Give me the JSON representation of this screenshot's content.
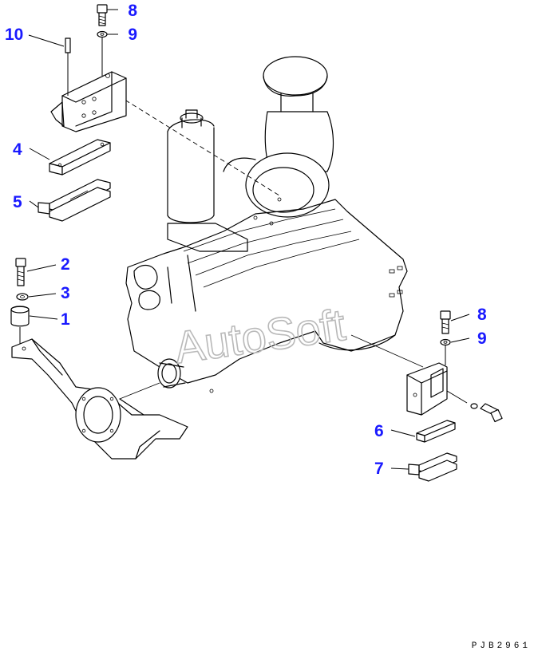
{
  "diagram": {
    "watermark": "AutoSoft",
    "drawing_code": "PJB2961",
    "callouts": {
      "c1": "1",
      "c2": "2",
      "c3": "3",
      "c4": "4",
      "c5": "5",
      "c6": "6",
      "c7": "7",
      "c8_top": "8",
      "c9_top": "9",
      "c10": "10",
      "c8_right": "8",
      "c9_right": "9"
    }
  }
}
